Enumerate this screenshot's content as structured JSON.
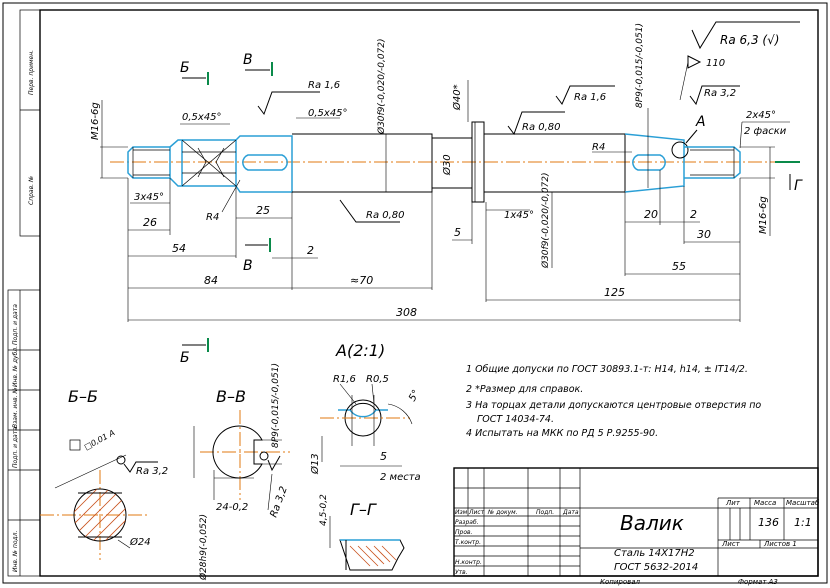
{
  "side_stamp": [
    "Перв. примен.",
    "Справ. №",
    "Подп. и дата",
    "Инв. № дубл.",
    "Взам. инв. №",
    "Подп. и дата",
    "Инв. № подл."
  ],
  "roughness": {
    "general": "Ra 6,3 (√)",
    "ra16_left": "Ra 1,6",
    "ra16_right": "Ra 1,6",
    "ra08_top": "Ra 0,80",
    "ra08_bottom": "Ra 0,80",
    "ra32_right": "Ra 3,2",
    "ra32_bb": "Ra 3,2",
    "ra32_vv": "Ra 3,2"
  },
  "section_markers": {
    "b": "Б",
    "v": "В",
    "g": "Г",
    "a": "А"
  },
  "dimensions": {
    "m16_left": "M16-6g",
    "m16_right": "M16-6g",
    "chamfer_05_a": "0,5x45°",
    "chamfer_05_b": "0,5x45°",
    "chamfer_3": "3x45°",
    "chamfer_2": "2x45°",
    "two_chamfers": "2 фаски",
    "chamfer_1": "1x45°",
    "d30_top": "Ø30f9(-0,020/-0,072)",
    "d30_bottom": "Ø30f9(-0,020/-0,072)",
    "d40": "Ø40*",
    "d30": "Ø30",
    "r4_left": "R4",
    "r4_right": "R4",
    "ang110": "110",
    "key8": "8P9(-0,015/-0,051)",
    "d26": "26",
    "d25": "25",
    "d54": "54",
    "d2a": "2",
    "d5": "5",
    "d84": "84",
    "d70": "≈70",
    "d308": "308",
    "d20": "20",
    "d2b": "2",
    "d30b": "30",
    "d55": "55",
    "d125": "125"
  },
  "views": {
    "bb_title": "Б–Б",
    "bb_tol": "□0,01 А",
    "bb_d24": "Ø24",
    "vv_title": "В–В",
    "vv_key": "8P9(-0,015/-0,051)",
    "vv_24": "24-0,2",
    "vv_d28": "Ø28h9(-0,052)",
    "a_title": "А(2:1)",
    "a_r16": "R1,6",
    "a_r05": "R0,5",
    "a_ang": "5°",
    "a_d13": "Ø13",
    "a_5": "5",
    "a_places": "2 места",
    "gg_title": "Г–Г",
    "gg_45": "4,5-0,2"
  },
  "notes": [
    "1 Общие допуски по ГОСТ 30893.1-т: H14, h14, ± IT14/2.",
    "2 *Размер для справок.",
    "3 На торцах детали допускаются центровые отверстия по",
    "ГОСТ 14034-74.",
    "4 Испытать на МКК по РД 5 Р.9255-90."
  ],
  "title_block": {
    "name": "Валик",
    "material_1": "Сталь 14Х17Н2",
    "material_2": "ГОСТ 5632-2014",
    "lit_header": "Лит",
    "mass_header": "Масса",
    "scale_header": "Масштаб",
    "mass": "136",
    "scale": "1:1",
    "sheet": "Лист",
    "sheets": "Листов 1",
    "rows": [
      "Изм",
      "Лист",
      "№ докум.",
      "Подп.",
      "Дата"
    ],
    "roles": [
      "Разраб.",
      "Пров.",
      "Т.контр.",
      "Н.контр.",
      "Утв."
    ],
    "copied": "Копировал",
    "format": "Формат А3"
  }
}
